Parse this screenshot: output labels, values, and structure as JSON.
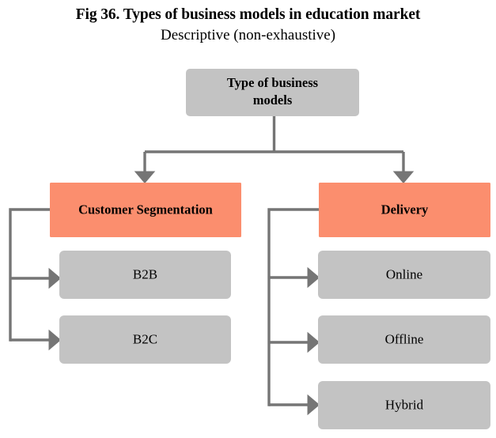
{
  "figure": {
    "title": "Fig 36. Types of business models in education market",
    "subtitle": "Descriptive (non-exhaustive)"
  },
  "colors": {
    "gray_fill": "#C3C3C3",
    "salmon_fill": "#FB8E6E",
    "connector": "#757575",
    "text": "#000000",
    "background": "#FFFFFF"
  },
  "diagram": {
    "type": "hierarchy-tree",
    "root": {
      "id": "root",
      "label_line1": "Type of business",
      "label_line2": "models",
      "label": "Type of business models",
      "fill": "gray",
      "bold": true
    },
    "branches": [
      {
        "id": "customer-segmentation",
        "label": "Customer Segmentation",
        "fill": "salmon",
        "bold": true,
        "children": [
          {
            "id": "b2b",
            "label": "B2B",
            "fill": "gray",
            "bold": false
          },
          {
            "id": "b2c",
            "label": "B2C",
            "fill": "gray",
            "bold": false
          }
        ]
      },
      {
        "id": "delivery",
        "label": "Delivery",
        "fill": "salmon",
        "bold": true,
        "children": [
          {
            "id": "online",
            "label": "Online",
            "fill": "gray",
            "bold": false
          },
          {
            "id": "offline",
            "label": "Offline",
            "fill": "gray",
            "bold": false
          },
          {
            "id": "hybrid",
            "label": "Hybrid",
            "fill": "gray",
            "bold": false
          }
        ]
      }
    ]
  }
}
